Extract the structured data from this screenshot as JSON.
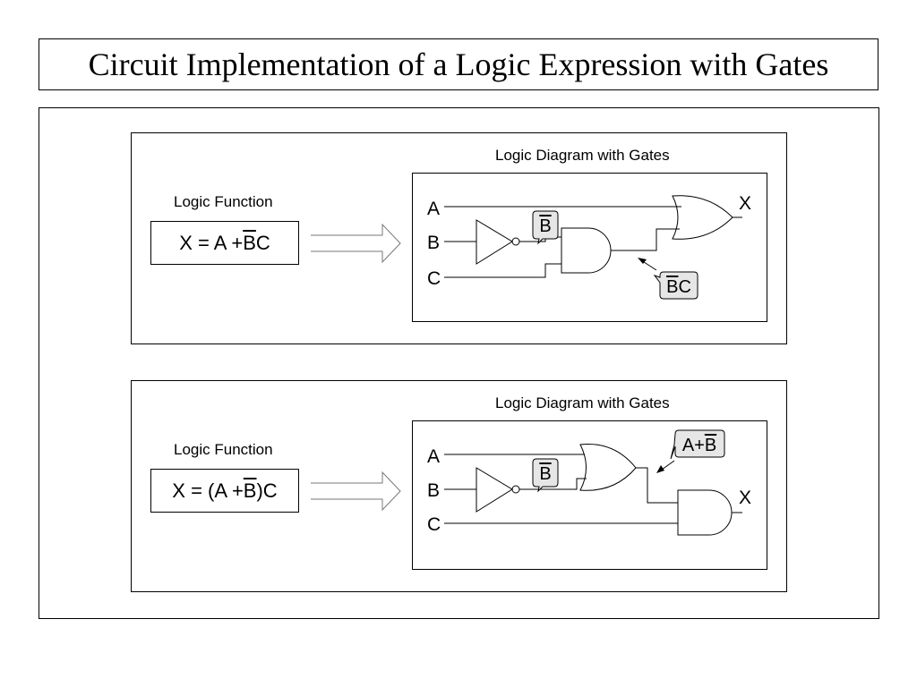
{
  "title": "Circuit Implementation of a Logic Expression with Gates",
  "panels": [
    {
      "logic_function_label": "Logic Function",
      "equation": {
        "prefix": "X = A + ",
        "overlined": "B",
        "suffix": "C"
      },
      "diagram_label": "Logic Diagram with Gates",
      "inputs": [
        "A",
        "B",
        "C"
      ],
      "output": "X",
      "callouts": {
        "not_out": {
          "overlined": "B",
          "plain": ""
        },
        "gate_out": {
          "overlined": "B",
          "plain": "C"
        }
      }
    },
    {
      "logic_function_label": "Logic Function",
      "equation": {
        "prefix": "X = (A + ",
        "overlined": "B",
        "suffix": ")C"
      },
      "diagram_label": "Logic Diagram with Gates",
      "inputs": [
        "A",
        "B",
        "C"
      ],
      "output": "X",
      "callouts": {
        "not_out": {
          "overlined": "B",
          "plain": ""
        },
        "gate_out": {
          "plain": "A+",
          "overlined": "B"
        }
      }
    }
  ],
  "callout_fill": "#e6e6e6"
}
